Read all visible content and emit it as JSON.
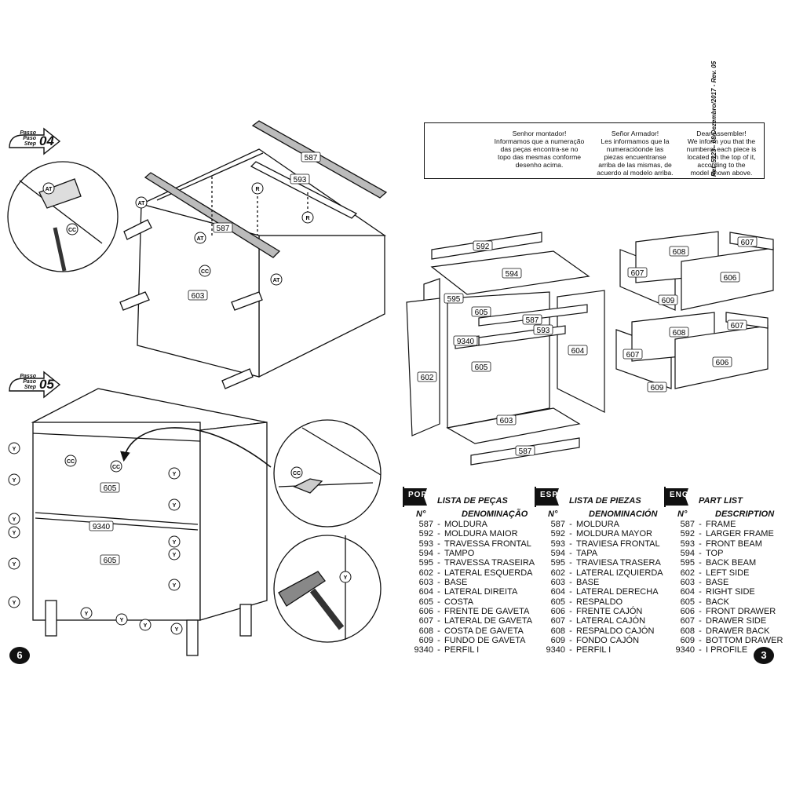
{
  "steps": {
    "step4": {
      "passo": "Passo",
      "paso": "Paso",
      "step": "Step",
      "number": "04"
    },
    "step5": {
      "passo": "Passo",
      "paso": "Paso",
      "step": "Step",
      "number": "05"
    }
  },
  "notice": {
    "pt": [
      "Senhor montador!",
      "Informamos que a numeração",
      "das peças encontra-se no",
      "topo das mesmas conforme",
      "desenho acima."
    ],
    "es": [
      "Señor Armador!",
      "Les informamos que la",
      "numeracióonde las",
      "piezas encuentranse",
      "arriba de las mismas, de",
      "acuerdo al modelo arriba."
    ],
    "en": [
      "Dear Assembler!",
      "We inform you that the",
      "numberof each piece is",
      "located on the top of it,",
      "according to the",
      "model shown above."
    ]
  },
  "reference": "Ref.:5123 - 08/Dezembro/2017 - Rev. 05",
  "part_lists": {
    "por": {
      "flag": "POR",
      "title": "LISTA DE PEÇAS",
      "no_label": "N°",
      "desc_label": "DENOMINAÇÃO",
      "items": [
        {
          "n": "587",
          "d": "MOLDURA"
        },
        {
          "n": "592",
          "d": "MOLDURA MAIOR"
        },
        {
          "n": "593",
          "d": "TRAVESSA FRONTAL"
        },
        {
          "n": "594",
          "d": "TAMPO"
        },
        {
          "n": "595",
          "d": "TRAVESSA TRASEIRA"
        },
        {
          "n": "602",
          "d": "LATERAL ESQUERDA"
        },
        {
          "n": "603",
          "d": "BASE"
        },
        {
          "n": "604",
          "d": "LATERAL DIREITA"
        },
        {
          "n": "605",
          "d": "COSTA"
        },
        {
          "n": "606",
          "d": "FRENTE DE GAVETA"
        },
        {
          "n": "607",
          "d": "LATERAL DE GAVETA"
        },
        {
          "n": "608",
          "d": "COSTA DE GAVETA"
        },
        {
          "n": "609",
          "d": "FUNDO DE GAVETA"
        },
        {
          "n": "9340",
          "d": "PERFIL I"
        }
      ]
    },
    "esp": {
      "flag": "ESP",
      "title": "LISTA DE PIEZAS",
      "no_label": "N°",
      "desc_label": "DENOMINACIÓN",
      "items": [
        {
          "n": "587",
          "d": "MOLDURA"
        },
        {
          "n": "592",
          "d": "MOLDURA MAYOR"
        },
        {
          "n": "593",
          "d": "TRAVIESA FRONTAL"
        },
        {
          "n": "594",
          "d": "TAPA"
        },
        {
          "n": "595",
          "d": "TRAVIESA TRASERA"
        },
        {
          "n": "602",
          "d": "LATERAL IZQUIERDA"
        },
        {
          "n": "603",
          "d": "BASE"
        },
        {
          "n": "604",
          "d": "LATERAL DERECHA"
        },
        {
          "n": "605",
          "d": "RESPALDO"
        },
        {
          "n": "606",
          "d": "FRENTE CAJÓN"
        },
        {
          "n": "607",
          "d": "LATERAL CAJÓN"
        },
        {
          "n": "608",
          "d": "RESPALDO CAJÓN"
        },
        {
          "n": "609",
          "d": "FONDO CAJÓN"
        },
        {
          "n": "9340",
          "d": "PERFIL I"
        }
      ]
    },
    "eng": {
      "flag": "ENG",
      "title": "PART LIST",
      "no_label": "N°",
      "desc_label": "DESCRIPTION",
      "items": [
        {
          "n": "587",
          "d": "FRAME"
        },
        {
          "n": "592",
          "d": "LARGER FRAME"
        },
        {
          "n": "593",
          "d": "FRONT BEAM"
        },
        {
          "n": "594",
          "d": "TOP"
        },
        {
          "n": "595",
          "d": "BACK BEAM"
        },
        {
          "n": "602",
          "d": "LEFT SIDE"
        },
        {
          "n": "603",
          "d": "BASE"
        },
        {
          "n": "604",
          "d": "RIGHT SIDE"
        },
        {
          "n": "605",
          "d": "BACK"
        },
        {
          "n": "606",
          "d": "FRONT DRAWER"
        },
        {
          "n": "607",
          "d": "DRAWER SIDE"
        },
        {
          "n": "608",
          "d": "DRAWER BACK"
        },
        {
          "n": "609",
          "d": "BOTTOM DRAWER"
        },
        {
          "n": "9340",
          "d": "I PROFILE"
        }
      ]
    }
  },
  "diagram_labels": {
    "step4": {
      "frame_top": "587",
      "frame_left": "587",
      "front_beam": "593",
      "base": "603",
      "tag_r": "R",
      "tag_at": "AT",
      "tag_cc": "CC"
    },
    "step5": {
      "back": "605",
      "profile": "9340",
      "back_lower": "605",
      "tag_y": "Y",
      "tag_cc": "CC"
    },
    "exploded": {
      "p592": "592",
      "p594": "594",
      "p595": "595",
      "p605a": "605",
      "p587a": "587",
      "p593": "593",
      "p9340": "9340",
      "p604": "604",
      "p605b": "605",
      "p602": "602",
      "p603": "603",
      "p587b": "587",
      "d1_608": "608",
      "d1_607a": "607",
      "d1_607b": "607",
      "d1_606": "606",
      "d1_609": "609",
      "d2_608": "608",
      "d2_607a": "607",
      "d2_607b": "607",
      "d2_606": "606",
      "d2_609": "609"
    }
  },
  "page_numbers": {
    "left": "6",
    "right": "3"
  }
}
